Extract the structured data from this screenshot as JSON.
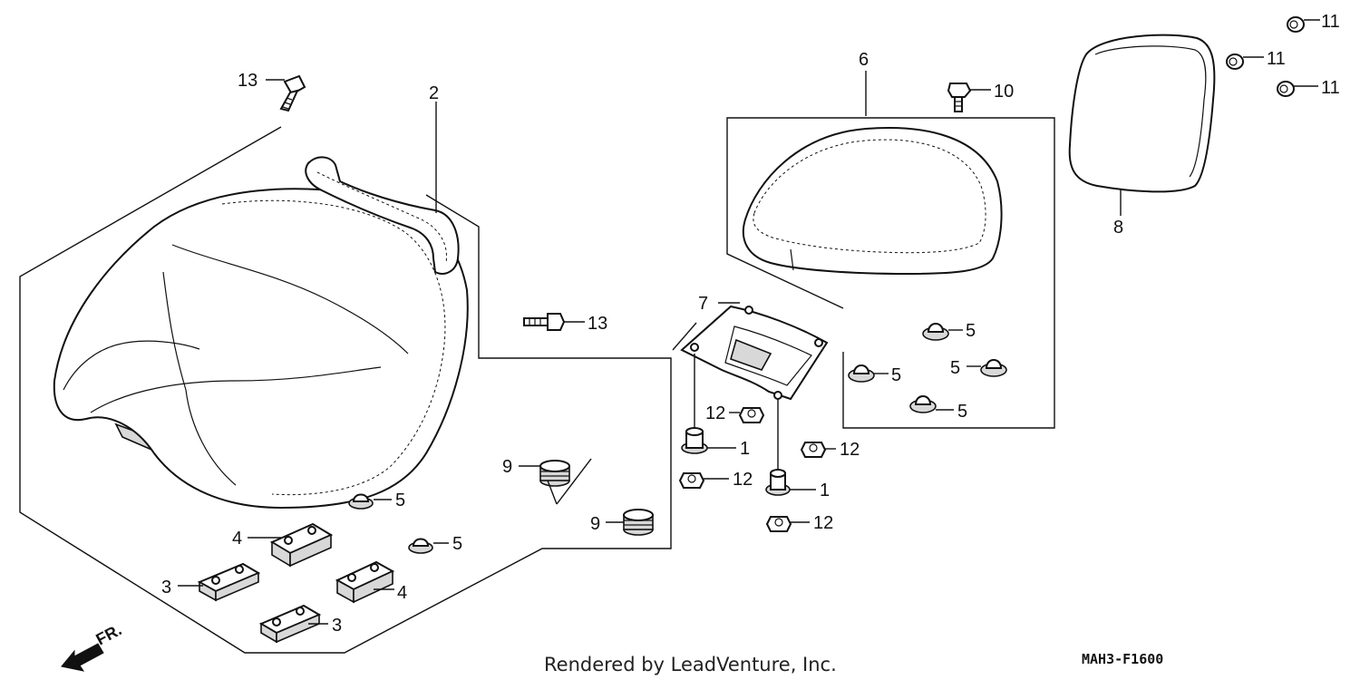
{
  "callouts": [
    {
      "id": "c2",
      "label": "2"
    },
    {
      "id": "c13a",
      "label": "13"
    },
    {
      "id": "c13b",
      "label": "13"
    },
    {
      "id": "c6",
      "label": "6"
    },
    {
      "id": "c10",
      "label": "10"
    },
    {
      "id": "c11a",
      "label": "11"
    },
    {
      "id": "c11b",
      "label": "11"
    },
    {
      "id": "c11c",
      "label": "11"
    },
    {
      "id": "c8",
      "label": "8"
    },
    {
      "id": "c7",
      "label": "7"
    },
    {
      "id": "c5a",
      "label": "5"
    },
    {
      "id": "c5b",
      "label": "5"
    },
    {
      "id": "c5c",
      "label": "5"
    },
    {
      "id": "c5d",
      "label": "5"
    },
    {
      "id": "c5e",
      "label": "5"
    },
    {
      "id": "c5f",
      "label": "5"
    },
    {
      "id": "c12a",
      "label": "12"
    },
    {
      "id": "c12b",
      "label": "12"
    },
    {
      "id": "c12c",
      "label": "12"
    },
    {
      "id": "c12d",
      "label": "12"
    },
    {
      "id": "c1a",
      "label": "1"
    },
    {
      "id": "c1b",
      "label": "1"
    },
    {
      "id": "c9a",
      "label": "9"
    },
    {
      "id": "c9b",
      "label": "9"
    },
    {
      "id": "c4a",
      "label": "4"
    },
    {
      "id": "c4b",
      "label": "4"
    },
    {
      "id": "c3a",
      "label": "3"
    },
    {
      "id": "c3b",
      "label": "3"
    }
  ],
  "front_arrow_label": "FR.",
  "footer": {
    "credit": "Rendered by LeadVenture, Inc.",
    "diagram_code": "MAH3-F1600"
  }
}
